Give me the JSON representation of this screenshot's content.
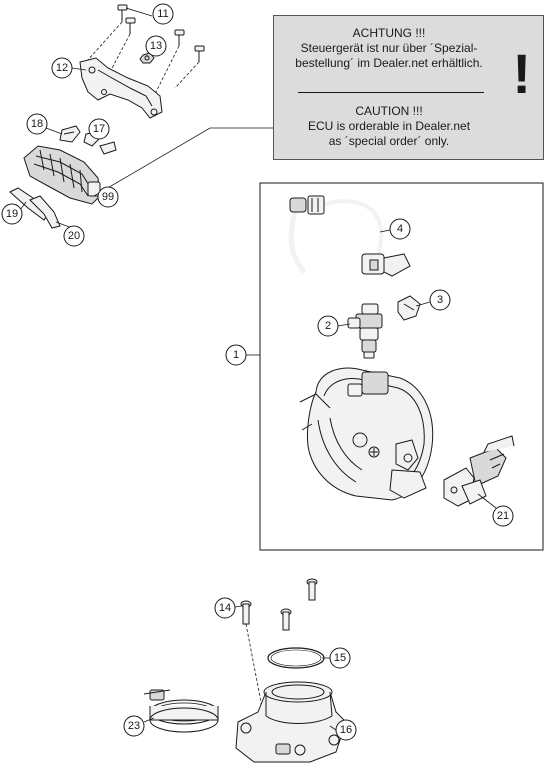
{
  "notice": {
    "german_lines": [
      "ACHTUNG !!!",
      "Steuergerät ist nur über ´Spezial-",
      "bestellung´ im Dealer.net erhältlich."
    ],
    "english_lines": [
      "CAUTION !!!",
      "ECU is orderable in Dealer.net",
      "as ´special order´ only."
    ],
    "mark": "!",
    "background_color": "#dcdcdc"
  },
  "callouts": {
    "c1": "1",
    "c2": "2",
    "c3": "3",
    "c4": "4",
    "c11": "11",
    "c12": "12",
    "c13": "13",
    "c14": "14",
    "c15": "15",
    "c16": "16",
    "c17": "17",
    "c18": "18",
    "c19": "19",
    "c20": "20",
    "c21": "21",
    "c23": "23",
    "c99": "99"
  }
}
